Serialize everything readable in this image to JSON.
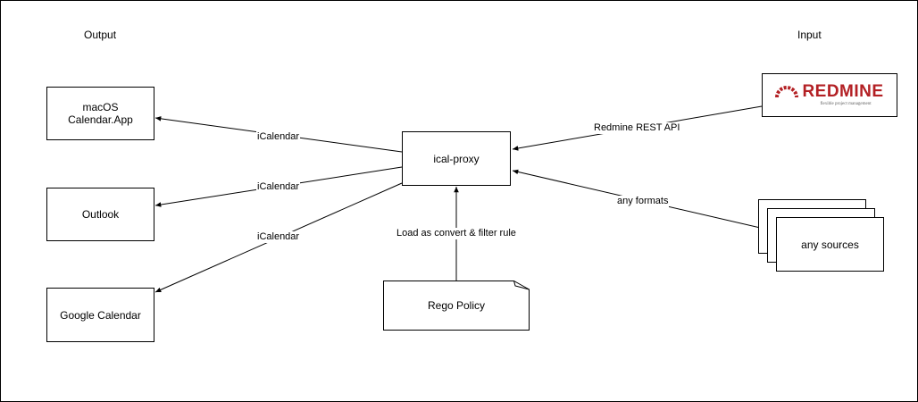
{
  "headings": {
    "output": "Output",
    "input": "Input"
  },
  "nodes": {
    "macos": "macOS\nCalendar.App",
    "outlook": "Outlook",
    "google": "Google Calendar",
    "proxy": "ical-proxy",
    "rego": "Rego Policy",
    "sources": "any sources"
  },
  "redmine": {
    "word": "REDMINE",
    "tagline": "flexible project management"
  },
  "edges": {
    "to_macos": "iCalendar",
    "to_outlook": "iCalendar",
    "to_google": "iCalendar",
    "from_redmine": "Redmine REST API",
    "from_sources": "any formats",
    "from_rego": "Load as convert & filter rule"
  },
  "colors": {
    "line": "#000000",
    "redmine_brand": "#b32024"
  }
}
